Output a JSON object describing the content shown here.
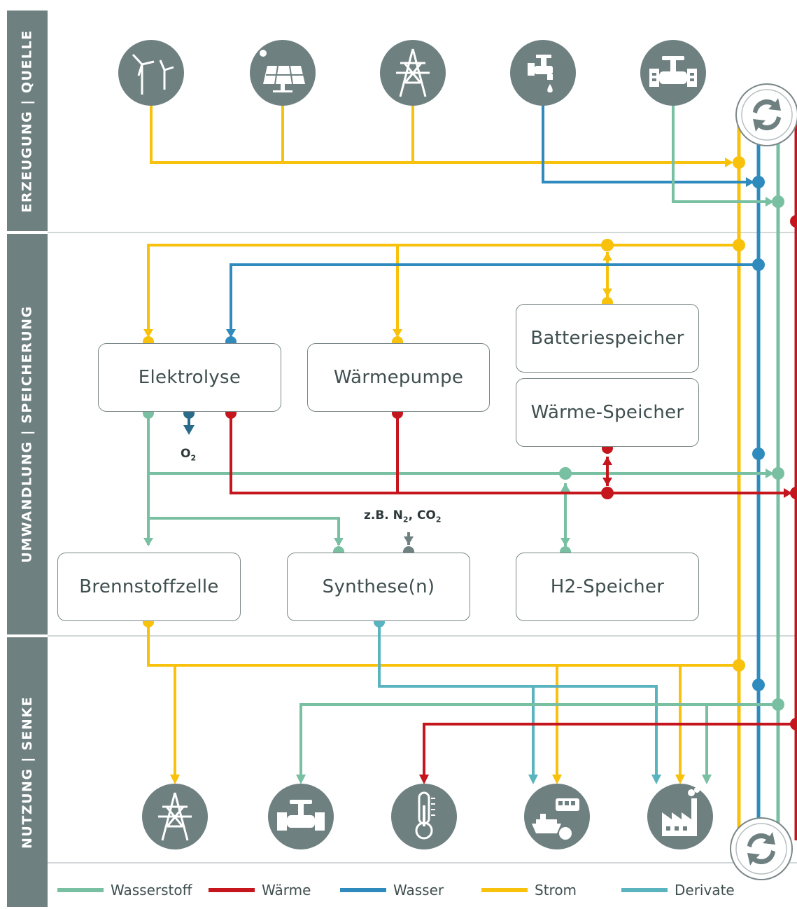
{
  "sections": {
    "source": "ERZEUGUNG | QUELLE",
    "conversion": "UMWANDLUNG | SPEICHERUNG",
    "use": "NUTZUNG | SENKE"
  },
  "boxes": {
    "elektrolyse": "Elektrolyse",
    "waermepumpe": "Wärmepumpe",
    "batteriespeicher": "Batteriespeicher",
    "waermespeicher": "Wärme-Speicher",
    "brennstoffzelle": "Brennstoffzelle",
    "synthese": "Synthese(n)",
    "h2speicher": "H2-Speicher"
  },
  "labels": {
    "o2_main": "O",
    "o2_sub": "2",
    "inputs_prefix": "z.B. N",
    "inputs_sub1": "2",
    "inputs_mid": ", CO",
    "inputs_sub2": "2"
  },
  "legend": {
    "wasserstoff": "Wasserstoff",
    "waerme": "Wärme",
    "wasser": "Wasser",
    "strom": "Strom",
    "derivate": "Derivate"
  },
  "colors": {
    "wasserstoff": "#79bfa2",
    "waerme": "#c4161c",
    "wasser": "#2f8bbd",
    "strom": "#f8c10b",
    "derivate": "#5ab4bf",
    "icon": "#6f8081"
  },
  "icons": {
    "source": [
      "wind-turbine-icon",
      "solar-panel-icon",
      "power-pylon-icon",
      "water-tap-icon",
      "gas-valve-icon"
    ],
    "sink": [
      "power-pylon-icon",
      "gas-valve-icon",
      "thermometer-icon",
      "transport-icon",
      "factory-icon"
    ],
    "cycle": "recycle-icon"
  }
}
